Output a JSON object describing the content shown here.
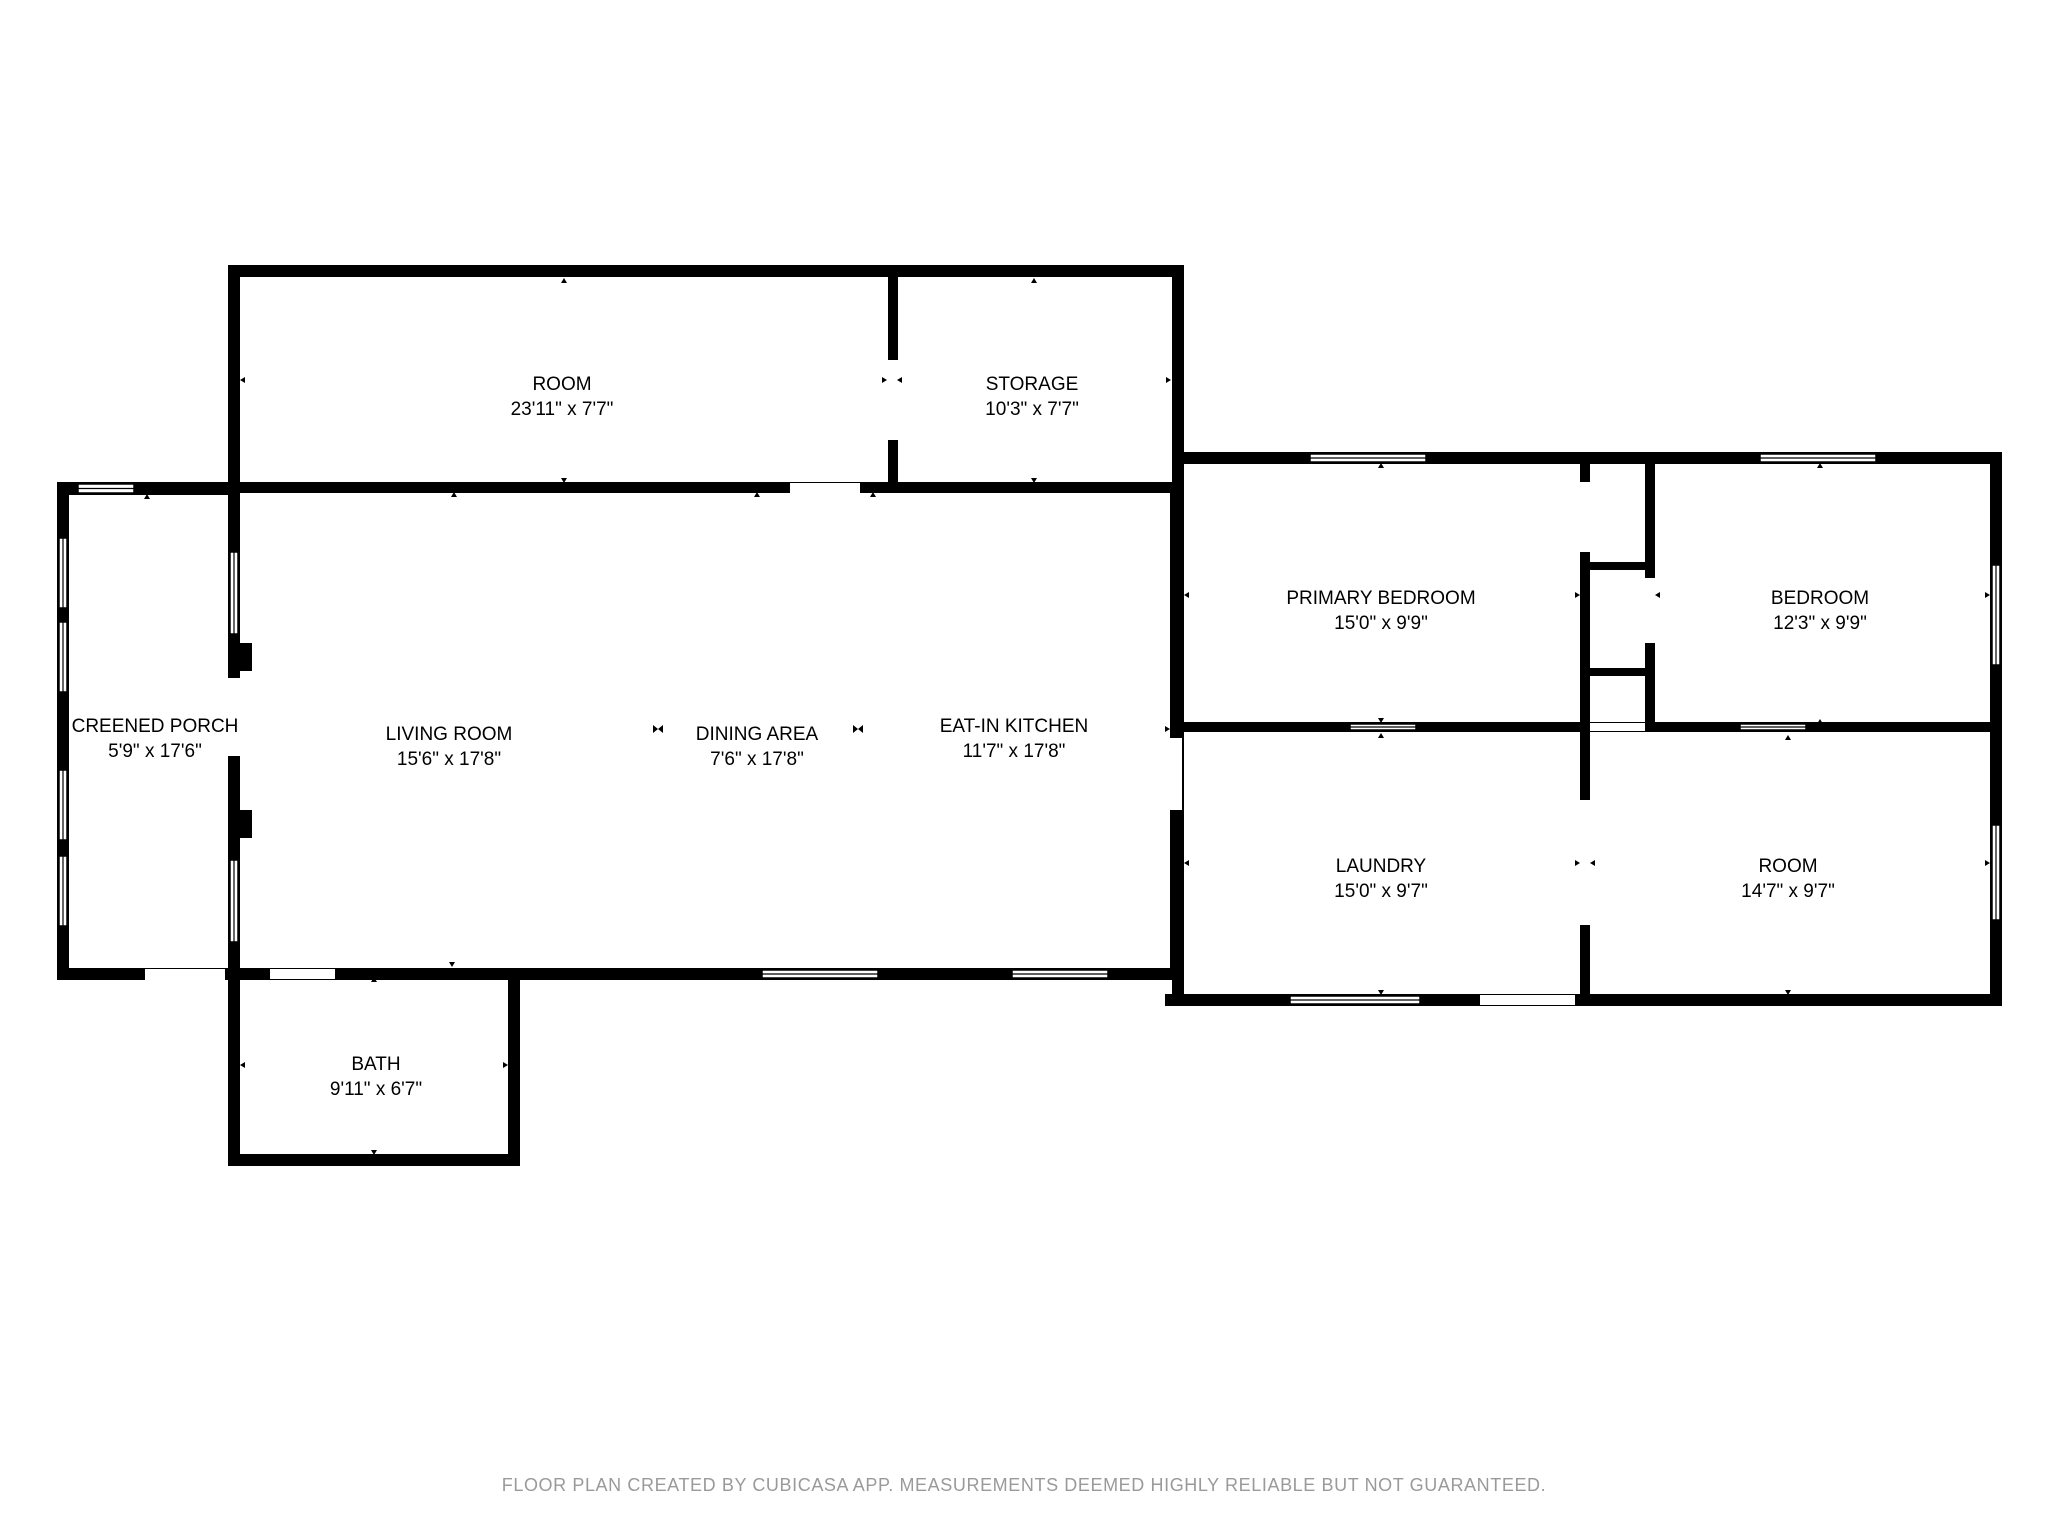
{
  "rooms": [
    {
      "id": "room-upper",
      "name": "ROOM",
      "size": "23'11\" x 7'7\""
    },
    {
      "id": "storage",
      "name": "STORAGE",
      "size": "10'3\" x 7'7\""
    },
    {
      "id": "screened-porch",
      "name": "CREENED PORCH",
      "size": "5'9\" x 17'6\""
    },
    {
      "id": "living-room",
      "name": "LIVING ROOM",
      "size": "15'6\" x 17'8\""
    },
    {
      "id": "dining-area",
      "name": "DINING AREA",
      "size": "7'6\" x 17'8\""
    },
    {
      "id": "eat-in-kitchen",
      "name": "EAT-IN KITCHEN",
      "size": "11'7\" x 17'8\""
    },
    {
      "id": "primary-bedroom",
      "name": "PRIMARY BEDROOM",
      "size": "15'0\" x 9'9\""
    },
    {
      "id": "bedroom",
      "name": "BEDROOM",
      "size": "12'3\" x 9'9\""
    },
    {
      "id": "laundry",
      "name": "LAUNDRY",
      "size": "15'0\" x 9'7\""
    },
    {
      "id": "room-lower",
      "name": "ROOM",
      "size": "14'7\" x 9'7\""
    },
    {
      "id": "bath",
      "name": "BATH",
      "size": "9'11\" x 6'7\""
    }
  ],
  "footer": "FLOOR PLAN CREATED BY CUBICASA APP. MEASUREMENTS DEEMED HIGHLY RELIABLE BUT NOT GUARANTEED.",
  "colors": {
    "wall": "#000000",
    "background": "#ffffff",
    "footer_text": "#9a9a9a"
  }
}
